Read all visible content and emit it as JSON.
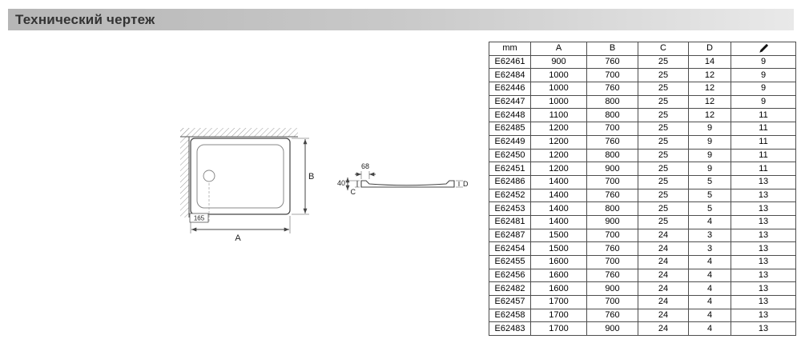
{
  "page": {
    "title": "Технический чертеж"
  },
  "drawing": {
    "plan": {
      "width_label": "A",
      "depth_label": "B",
      "drain_offset_label": "165"
    },
    "profile": {
      "rim_width_label": "68",
      "height_label": "40",
      "c_label": "C",
      "d_label": "D"
    }
  },
  "table": {
    "headers": [
      "mm",
      "A",
      "B",
      "C",
      "D"
    ],
    "drain_column_icon": "drain-icon",
    "rows": [
      [
        "E62461",
        "900",
        "760",
        "25",
        "14",
        "9"
      ],
      [
        "E62484",
        "1000",
        "700",
        "25",
        "12",
        "9"
      ],
      [
        "E62446",
        "1000",
        "760",
        "25",
        "12",
        "9"
      ],
      [
        "E62447",
        "1000",
        "800",
        "25",
        "12",
        "9"
      ],
      [
        "E62448",
        "1100",
        "800",
        "25",
        "12",
        "11"
      ],
      [
        "E62485",
        "1200",
        "700",
        "25",
        "9",
        "11"
      ],
      [
        "E62449",
        "1200",
        "760",
        "25",
        "9",
        "11"
      ],
      [
        "E62450",
        "1200",
        "800",
        "25",
        "9",
        "11"
      ],
      [
        "E62451",
        "1200",
        "900",
        "25",
        "9",
        "11"
      ],
      [
        "E62486",
        "1400",
        "700",
        "25",
        "5",
        "13"
      ],
      [
        "E62452",
        "1400",
        "760",
        "25",
        "5",
        "13"
      ],
      [
        "E62453",
        "1400",
        "800",
        "25",
        "5",
        "13"
      ],
      [
        "E62481",
        "1400",
        "900",
        "25",
        "4",
        "13"
      ],
      [
        "E62487",
        "1500",
        "700",
        "24",
        "3",
        "13"
      ],
      [
        "E62454",
        "1500",
        "760",
        "24",
        "3",
        "13"
      ],
      [
        "E62455",
        "1600",
        "700",
        "24",
        "4",
        "13"
      ],
      [
        "E62456",
        "1600",
        "760",
        "24",
        "4",
        "13"
      ],
      [
        "E62482",
        "1600",
        "900",
        "24",
        "4",
        "13"
      ],
      [
        "E62457",
        "1700",
        "700",
        "24",
        "4",
        "13"
      ],
      [
        "E62458",
        "1700",
        "760",
        "24",
        "4",
        "13"
      ],
      [
        "E62483",
        "1700",
        "900",
        "24",
        "4",
        "13"
      ]
    ]
  }
}
